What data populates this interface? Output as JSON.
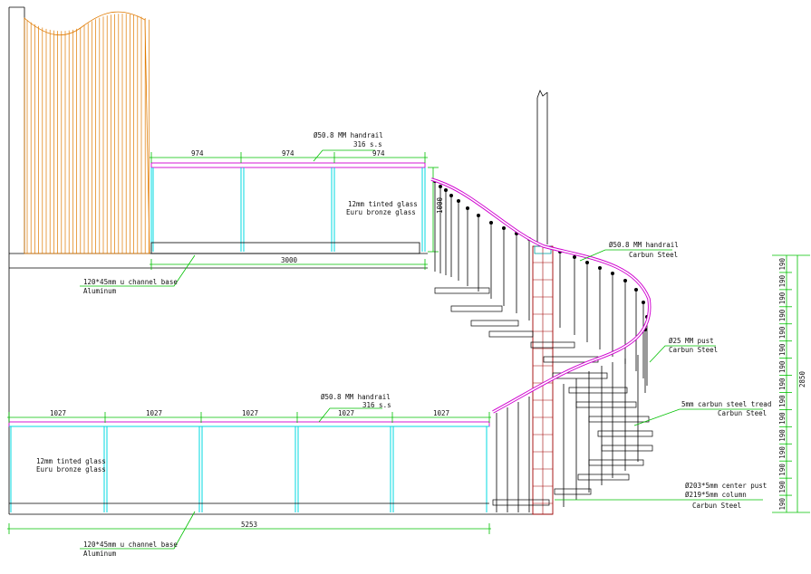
{
  "upper_rail": {
    "handrail_label": "Ø50.8 MM handrail",
    "handrail_material": "316 s.s",
    "glass_label": "12mm tinted glass",
    "glass_material": "Euru bronze glass",
    "height_dim": "1000",
    "segment_dims": [
      "974",
      "974",
      "974"
    ],
    "total_dim": "3000",
    "channel_label": "120*45mm u channel base",
    "channel_material": "Aluminum"
  },
  "lower_rail": {
    "handrail_label": "Ø50.8 MM handrail",
    "handrail_material": "316 s.s",
    "glass_label": "12mm tinted glass",
    "glass_material": "Euru bronze glass",
    "segment_dims": [
      "1027",
      "1027",
      "1027",
      "1027",
      "1027"
    ],
    "total_dim": "5253",
    "channel_label": "120*45mm u channel base",
    "channel_material": "Aluminum"
  },
  "spiral_stair": {
    "handrail_label": "Ø50.8 MM handrail",
    "handrail_material": "Carbun Steel",
    "post_label": "Ø25 MM pust",
    "post_material": "Carbun Steel",
    "tread_label": "5mm carbun steel tread",
    "tread_material": "Carbun Steel",
    "center_post_label": "Ø203*5mm center pust",
    "column_label": "Ø219*5mm column",
    "column_material": "Carbun Steel"
  },
  "riser_dims": {
    "step": "190",
    "count": 15,
    "total": "2850"
  },
  "colors": {
    "dimension": "#00c000",
    "glass": "#00d8e0",
    "handrail": "#d000d0",
    "wall_hatch": "#e07a00",
    "column": "#a00000",
    "line": "#000000"
  }
}
